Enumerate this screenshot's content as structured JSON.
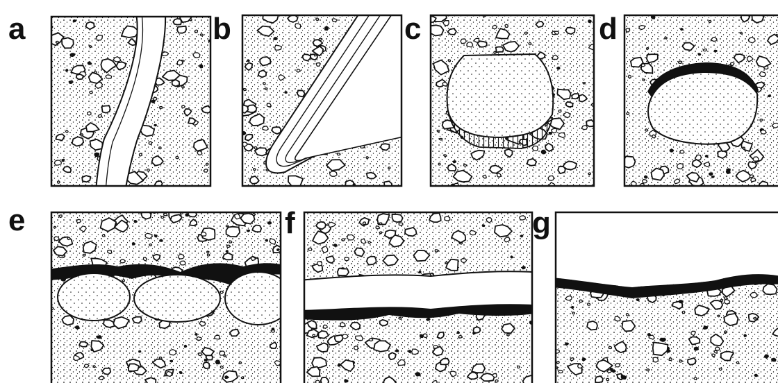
{
  "panels": [
    {
      "id": "a",
      "label": "a",
      "type": "vertical-band"
    },
    {
      "id": "b",
      "label": "b",
      "type": "nested-curved-bands"
    },
    {
      "id": "c",
      "label": "c",
      "type": "lens-with-striped-base"
    },
    {
      "id": "d",
      "label": "d",
      "type": "lens-with-dark-cap"
    },
    {
      "id": "e",
      "label": "e",
      "type": "chain-of-lenses-dark-seam"
    },
    {
      "id": "f",
      "label": "f",
      "type": "horizontal-gap-dark-floor"
    },
    {
      "id": "g",
      "label": "g",
      "type": "open-top-dark-crust"
    }
  ],
  "colors": {
    "ink": "#111111",
    "paper": "#ffffff"
  }
}
